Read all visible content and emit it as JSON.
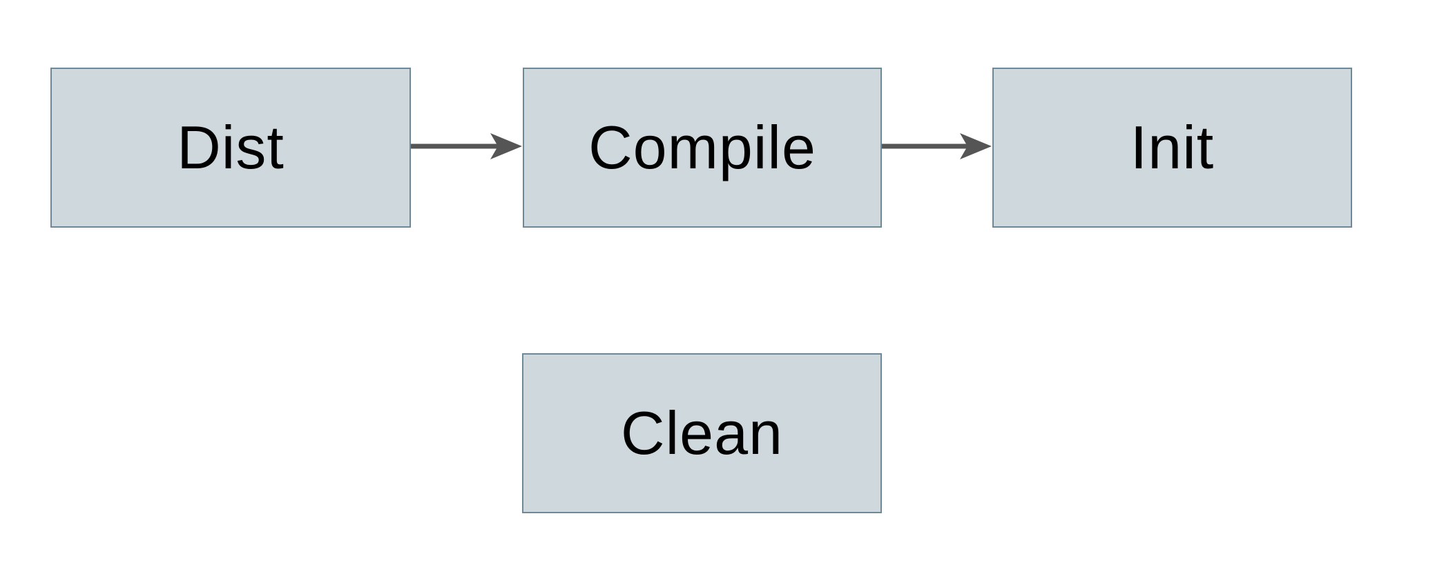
{
  "diagram": {
    "title": "build-targets-flow",
    "nodes": [
      {
        "id": "dist",
        "label": "Dist"
      },
      {
        "id": "compile",
        "label": "Compile"
      },
      {
        "id": "init",
        "label": "Init"
      },
      {
        "id": "clean",
        "label": "Clean"
      }
    ],
    "edges": [
      {
        "from": "Dist",
        "to": "Compile",
        "style": "solid-arrow"
      },
      {
        "from": "Compile",
        "to": "Init",
        "style": "solid-arrow"
      }
    ],
    "colors": {
      "node_fill": "#cfd8dc",
      "node_border": "#6e8898",
      "arrow": "#555555",
      "text": "#000000",
      "background": "#ffffff"
    }
  }
}
